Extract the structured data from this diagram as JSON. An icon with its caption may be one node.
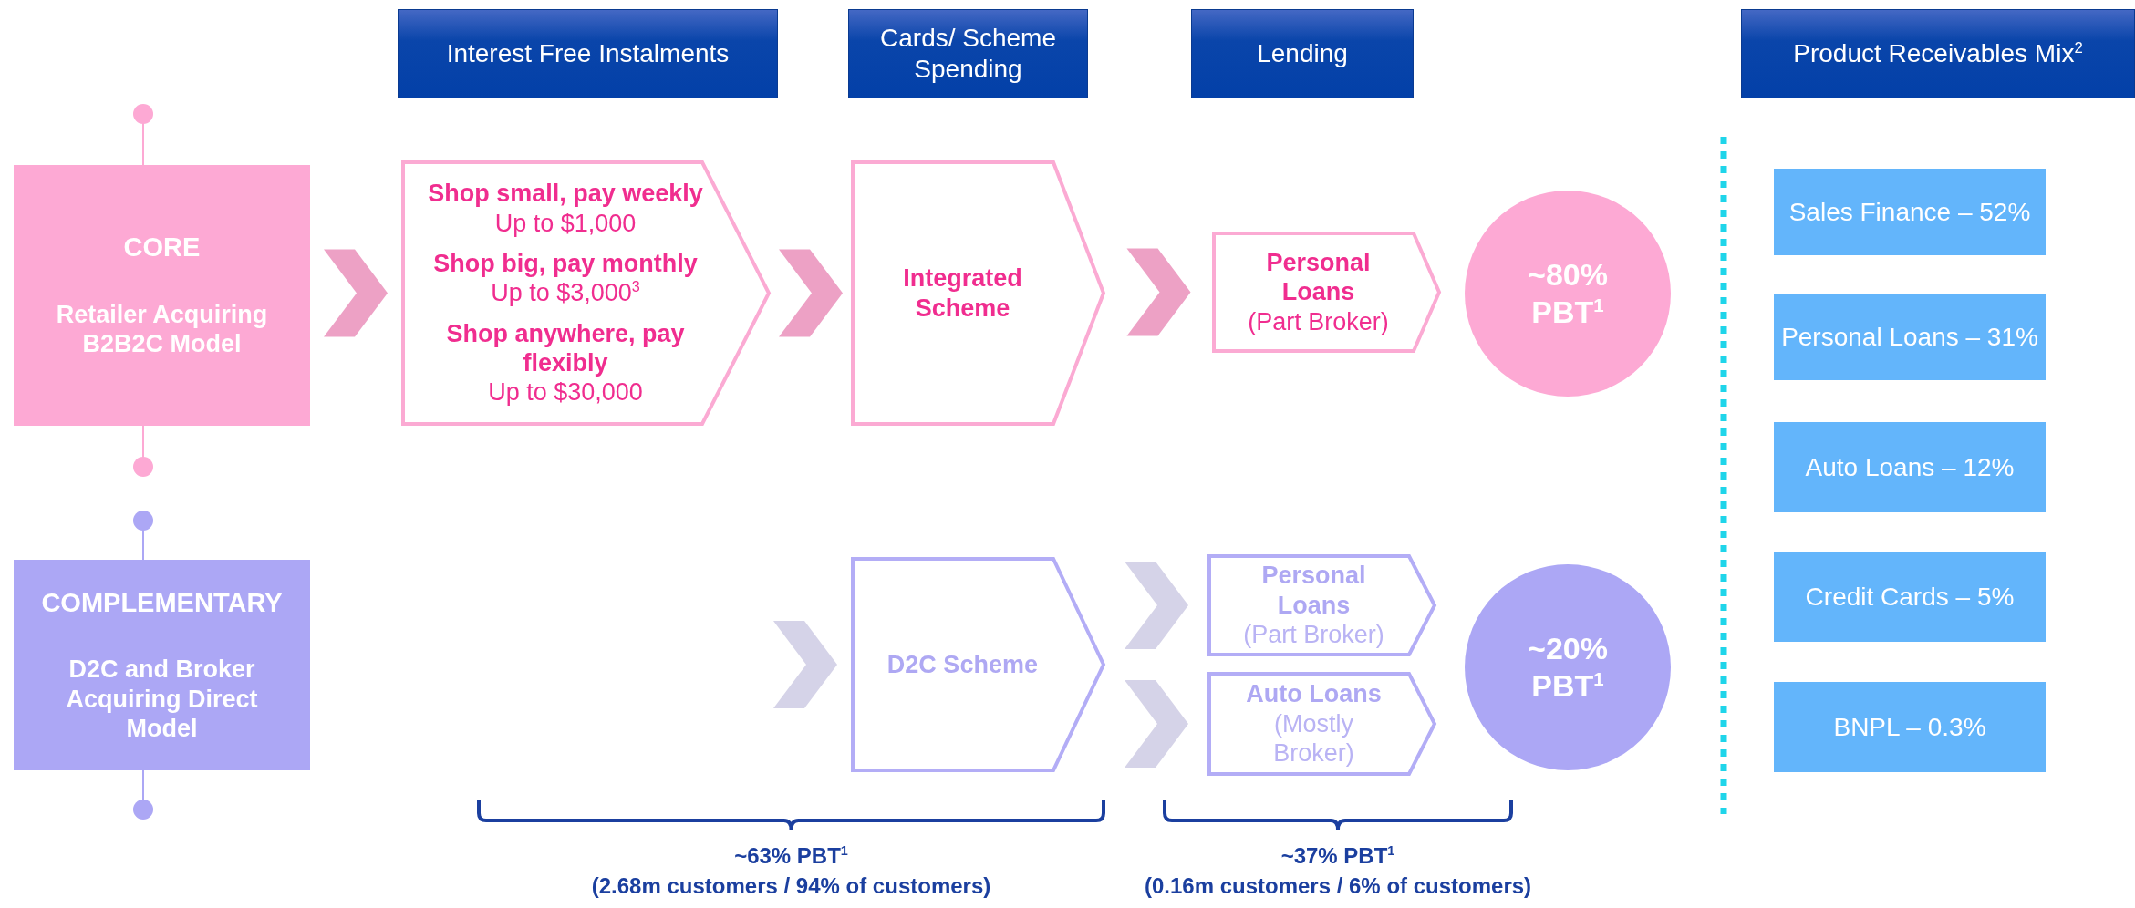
{
  "diagram": {
    "nodes": [
      {
        "text": [
          "Interest Free Instalments"
        ]
      },
      {
        "text": [
          "Cards/ Scheme Spending"
        ]
      },
      {
        "text": [
          "Lending"
        ]
      },
      {
        "text": [
          "Product Receivables Mix$^{2}$"
        ]
      },
      {
        "text": [
          "CORE",
          "Retailer Acquiring B2B2C Model"
        ]
      },
      {
        "text": [
          "Shop small, pay weekly",
          "Up to $1,000",
          "Shop big, pay monthly",
          "Up to $3,000$^{3}$",
          "Shop anywhere, pay flexibly",
          "Up to $30,000"
        ]
      },
      {
        "text": [
          "Integrated Scheme"
        ]
      },
      {
        "text": [
          "Personal Loans",
          "(Part Broker)"
        ]
      },
      {
        "text": [
          "~80% PBT$^{1}$"
        ]
      },
      {
        "text": [
          "COMPLEMENTARY",
          "D2C and Broker Acquiring Direct Model"
        ]
      },
      {
        "text": [
          "D2C Scheme"
        ]
      },
      {
        "text": [
          "Personal Loans",
          "(Part Broker)"
        ]
      },
      {
        "text": [
          "Auto Loans",
          "(Mostly Broker)"
        ]
      },
      {
        "text": [
          "~20% PBT$^{1}$"
        ]
      },
      {
        "text": [
          "Sales Finance – 52%"
        ]
      },
      {
        "text": [
          "Personal Loans – 31%"
        ]
      },
      {
        "text": [
          "Auto Loans  – 12%"
        ]
      },
      {
        "text": [
          "Credit Cards – 5%"
        ]
      },
      {
        "text": [
          "BNPL – 0.3%"
        ]
      }
    ],
    "edges": [
      {
        "from": 4,
        "to": 5,
        "arrow": "to"
      },
      {
        "from": 5,
        "to": 6,
        "arrow": "to"
      },
      {
        "from": 6,
        "to": 7,
        "arrow": "to"
      },
      {
        "from": null,
        "to": 10,
        "arrow": "to",
        "color": "#d5d3e8"
      },
      {
        "from": 10,
        "to": 11,
        "arrow": "to",
        "color": "#d5d3e8"
      },
      {
        "from": 10,
        "to": 12,
        "arrow": "to",
        "color": "#d5d3e8"
      }
    ],
    "labels": [
      "~63% PBT$^{1}$",
      "(2.68m customers / 94% of customers)",
      "~37% PBT$^{1}$",
      "(0.16m customers / 6% of customers)"
    ]
  }
}
